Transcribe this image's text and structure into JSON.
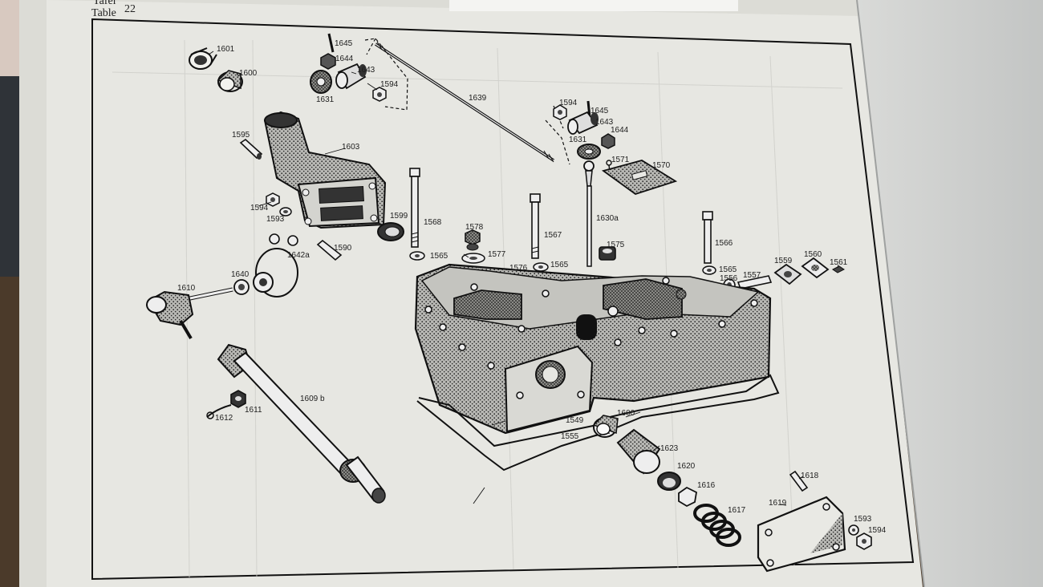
{
  "header": {
    "word_de": "Tafel",
    "word_en": "Table",
    "number": "22"
  },
  "colors": {
    "paper": "#e6e6e2",
    "ink": "#1c1c1c",
    "shadow_paper": "#cdcfcd"
  },
  "parts": [
    {
      "id": "p1601",
      "num": "1601",
      "icon": "sleeve-ring"
    },
    {
      "id": "p1600a",
      "num": "1600",
      "icon": "needle-bearing"
    },
    {
      "id": "p1645a",
      "num": "1645",
      "icon": "pin"
    },
    {
      "id": "p1644a",
      "num": "1644",
      "icon": "nut"
    },
    {
      "id": "p1643a",
      "num": "1643",
      "icon": "ball-joint"
    },
    {
      "id": "p1631a",
      "num": "1631",
      "icon": "rubber-boot"
    },
    {
      "id": "p1594a",
      "num": "1594",
      "icon": "nut"
    },
    {
      "id": "p1639",
      "num": "1639",
      "icon": "rod"
    },
    {
      "id": "p1594b",
      "num": "1594",
      "icon": "nut"
    },
    {
      "id": "p1645b",
      "num": "1645",
      "icon": "pin"
    },
    {
      "id": "p1643b",
      "num": "1643",
      "icon": "ball-joint"
    },
    {
      "id": "p1644b",
      "num": "1644",
      "icon": "nut"
    },
    {
      "id": "p1631b",
      "num": "1631",
      "icon": "rubber-boot"
    },
    {
      "id": "p1571",
      "num": "1571",
      "icon": "screw"
    },
    {
      "id": "p1570",
      "num": "1570",
      "icon": "plate"
    },
    {
      "id": "p1595",
      "num": "1595",
      "icon": "pin"
    },
    {
      "id": "p1603",
      "num": "1603",
      "icon": "cover-housing"
    },
    {
      "id": "p1594c",
      "num": "1594",
      "icon": "nut"
    },
    {
      "id": "p1593a",
      "num": "1593",
      "icon": "washer"
    },
    {
      "id": "p1599",
      "num": "1599",
      "icon": "seal-ring"
    },
    {
      "id": "p1568",
      "num": "1568",
      "icon": "bolt"
    },
    {
      "id": "p1578",
      "num": "1578",
      "icon": "plug"
    },
    {
      "id": "p1577",
      "num": "1577",
      "icon": "lock-washer"
    },
    {
      "id": "p1567",
      "num": "1567",
      "icon": "bolt"
    },
    {
      "id": "p1630a",
      "num": "1630a",
      "icon": "control-rod"
    },
    {
      "id": "p1566",
      "num": "1566",
      "icon": "bolt"
    },
    {
      "id": "p1642a",
      "num": "1642a",
      "icon": "flange"
    },
    {
      "id": "p1590",
      "num": "1590",
      "icon": "stud"
    },
    {
      "id": "p1565a",
      "num": "1565",
      "icon": "washer"
    },
    {
      "id": "p1576",
      "num": "1576",
      "icon": "stud"
    },
    {
      "id": "p1565b",
      "num": "1565",
      "icon": "washer"
    },
    {
      "id": "p1575",
      "num": "1575",
      "icon": "plug"
    },
    {
      "id": "p1565c",
      "num": "1565",
      "icon": "washer"
    },
    {
      "id": "p1556",
      "num": "1556",
      "icon": "washer"
    },
    {
      "id": "p1557",
      "num": "1557",
      "icon": "shaft"
    },
    {
      "id": "p1559",
      "num": "1559",
      "icon": "gasket"
    },
    {
      "id": "p1560",
      "num": "1560",
      "icon": "cover"
    },
    {
      "id": "p1561",
      "num": "1561",
      "icon": "screw"
    },
    {
      "id": "p1640",
      "num": "1640",
      "icon": "bushing"
    },
    {
      "id": "p1610",
      "num": "1610",
      "icon": "tie-rod-end"
    },
    {
      "id": "p1609b",
      "num": "1609 b",
      "icon": "shaft"
    },
    {
      "id": "p1612",
      "num": "1612",
      "icon": "cotter-pin"
    },
    {
      "id": "p1611",
      "num": "1611",
      "icon": "castle-nut"
    },
    {
      "id": "p1549",
      "num": "1549",
      "icon": "housing"
    },
    {
      "id": "p1600b",
      "num": "1600",
      "icon": "needle-bearing"
    },
    {
      "id": "p1555",
      "num": "1555",
      "icon": "gasket"
    },
    {
      "id": "p1623",
      "num": "1623",
      "icon": "bushing"
    },
    {
      "id": "p1620",
      "num": "1620",
      "icon": "ring"
    },
    {
      "id": "p1616",
      "num": "1616",
      "icon": "spring-seat"
    },
    {
      "id": "p1617",
      "num": "1617",
      "icon": "spring"
    },
    {
      "id": "p1618",
      "num": "1618",
      "icon": "stud"
    },
    {
      "id": "p1619",
      "num": "1619",
      "icon": "cover"
    },
    {
      "id": "p1593b",
      "num": "1593",
      "icon": "washer"
    },
    {
      "id": "p1594d",
      "num": "1594",
      "icon": "nut"
    }
  ]
}
